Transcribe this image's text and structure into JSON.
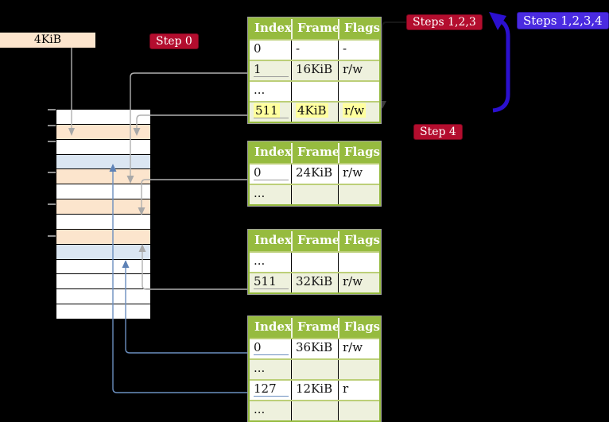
{
  "labels": {
    "frame_size_label": "4KiB",
    "step0": "Step 0",
    "steps123": "Steps 1,2,3",
    "steps1234": "Steps 1,2,3,4",
    "step4": "Step 4"
  },
  "tables": [
    {
      "name": "page-table-level-4",
      "columns": [
        "Index",
        "Frame",
        "Flags"
      ],
      "rows": [
        {
          "index": "0",
          "frame": "-",
          "flags": "-",
          "shade": "white"
        },
        {
          "index": "1",
          "frame": "16KiB",
          "flags": "r/w",
          "shade": "green",
          "underline": "gray"
        },
        {
          "index": "...",
          "frame": "",
          "flags": "",
          "shade": "white"
        },
        {
          "index": "511",
          "frame": "4KiB",
          "flags": "r/w",
          "shade": "green",
          "underline": "gray",
          "highlight": true
        }
      ]
    },
    {
      "name": "page-table-level-3",
      "columns": [
        "Index",
        "Frame",
        "Flags"
      ],
      "rows": [
        {
          "index": "0",
          "frame": "24KiB",
          "flags": "r/w",
          "shade": "white",
          "underline": "gray"
        },
        {
          "index": "...",
          "frame": "",
          "flags": "",
          "shade": "green"
        }
      ]
    },
    {
      "name": "page-table-level-2",
      "columns": [
        "Index",
        "Frame",
        "Flags"
      ],
      "rows": [
        {
          "index": "...",
          "frame": "",
          "flags": "",
          "shade": "white"
        },
        {
          "index": "511",
          "frame": "32KiB",
          "flags": "r/w",
          "shade": "green",
          "underline": "gray"
        }
      ]
    },
    {
      "name": "page-table-level-1",
      "columns": [
        "Index",
        "Frame",
        "Flags"
      ],
      "rows": [
        {
          "index": "0",
          "frame": "36KiB",
          "flags": "r/w",
          "shade": "white",
          "underline": "blue"
        },
        {
          "index": "...",
          "frame": "",
          "flags": "",
          "shade": "green"
        },
        {
          "index": "127",
          "frame": "12KiB",
          "flags": "r",
          "shade": "white",
          "underline": "blue"
        },
        {
          "index": "...",
          "frame": "",
          "flags": "",
          "shade": "green"
        }
      ]
    }
  ],
  "memory_strip": {
    "rows": [
      "white",
      "tan",
      "white",
      "blue",
      "tan",
      "white",
      "tan",
      "white",
      "tan",
      "blue",
      "white",
      "white",
      "white",
      "white"
    ]
  },
  "colors": {
    "table_header_green": "#96bb3f",
    "table_row_green": "#eef1dd",
    "frame_tan": "#fce5cd",
    "frame_blue": "#dbe6f2",
    "highlight_yellow": "#ffff9e",
    "badge_crimson": "#b30d2e",
    "badge_blueviolet": "#4a2be0",
    "arrow_blue": "#2b10cf",
    "connector_gray": "#b0b0b0",
    "connector_steelblue": "#6b8fbf"
  }
}
